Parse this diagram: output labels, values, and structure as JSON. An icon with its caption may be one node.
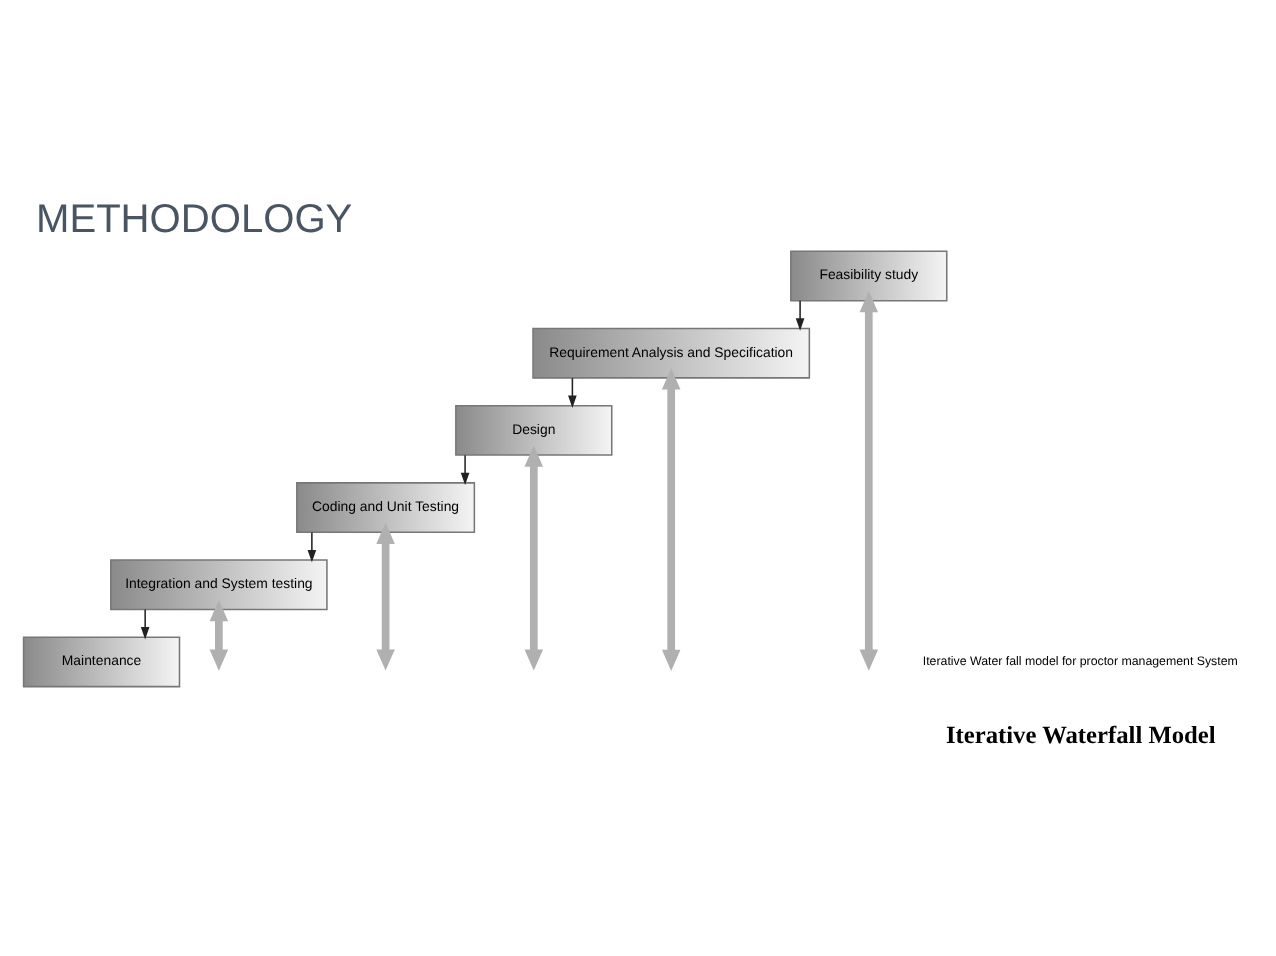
{
  "diagram": {
    "title": "METHODOLOGY",
    "caption": "Iterative Waterfall Model",
    "nodes": [
      {
        "text": [
          "Feasibility study"
        ]
      },
      {
        "text": [
          "Requirement Analysis and Specification"
        ]
      },
      {
        "text": [
          "Design"
        ]
      },
      {
        "text": [
          "Coding and Unit Testing"
        ]
      },
      {
        "text": [
          "Integration and System testing"
        ]
      },
      {
        "text": [
          "Maintenance"
        ]
      }
    ],
    "edges": [
      {
        "from": 0,
        "to": 1,
        "arrow": "to"
      },
      {
        "from": 1,
        "to": 2,
        "arrow": "to"
      },
      {
        "from": 2,
        "to": 3,
        "arrow": "to"
      },
      {
        "from": 3,
        "to": 4,
        "arrow": "to"
      },
      {
        "from": 4,
        "to": 5,
        "arrow": "to"
      },
      {
        "from": 0,
        "to": null,
        "arrow": "both",
        "style": "thick",
        "color": "#b0b0b0"
      },
      {
        "from": 1,
        "to": null,
        "arrow": "both",
        "style": "thick",
        "color": "#b0b0b0"
      },
      {
        "from": 2,
        "to": null,
        "arrow": "both",
        "style": "thick",
        "color": "#b0b0b0"
      },
      {
        "from": 3,
        "to": null,
        "arrow": "both",
        "style": "thick",
        "color": "#b0b0b0"
      },
      {
        "from": 4,
        "to": null,
        "arrow": "both",
        "style": "thick",
        "color": "#b0b0b0"
      }
    ],
    "labels": [
      "Iterative Water fall model for proctor management System"
    ]
  }
}
